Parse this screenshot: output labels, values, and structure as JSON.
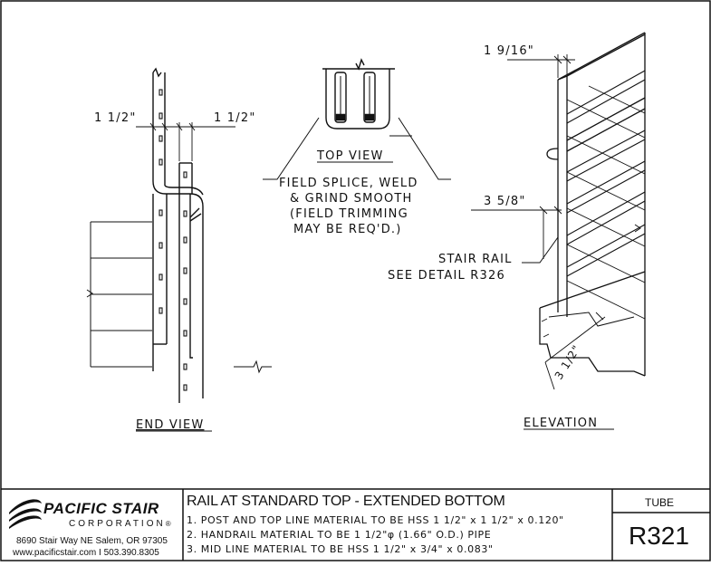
{
  "drawing": {
    "dim_end_left": "1 1/2\"",
    "dim_end_right": "1 1/2\"",
    "dim_elev_top": "1 9/16\"",
    "dim_elev_mid": "3 5/8\"",
    "dim_elev_angle": "3 1/2\"",
    "label_top_view": "TOP VIEW",
    "label_end_view": "END VIEW",
    "label_elevation": "ELEVATION",
    "note_splice": [
      "FIELD SPLICE, WELD",
      "& GRIND SMOOTH",
      "(FIELD TRIMMING",
      "MAY BE REQ'D.)"
    ],
    "note_stair_rail": [
      "STAIR RAIL",
      "SEE DETAIL R326"
    ]
  },
  "title_block": {
    "company_name": "PACIFIC STAIR",
    "company_sub": "CORPORATION",
    "registered": "®",
    "address": "8690 Stair Way NE Salem, OR 97305",
    "contact": "www.pacificstair.com  I  503.390.8305",
    "title": "RAIL AT STANDARD TOP - EXTENDED BOTTOM",
    "notes": [
      "1. POST AND TOP LINE MATERIAL TO BE HSS 1 1/2\" x 1 1/2\" x 0.120\"",
      "2. HANDRAIL MATERIAL TO BE 1 1/2\"φ (1.66\" O.D.) PIPE",
      "3. MID LINE MATERIAL TO BE HSS 1 1/2\" x 3/4\" x 0.083\""
    ],
    "type_label": "TUBE",
    "detail_number": "R321"
  }
}
